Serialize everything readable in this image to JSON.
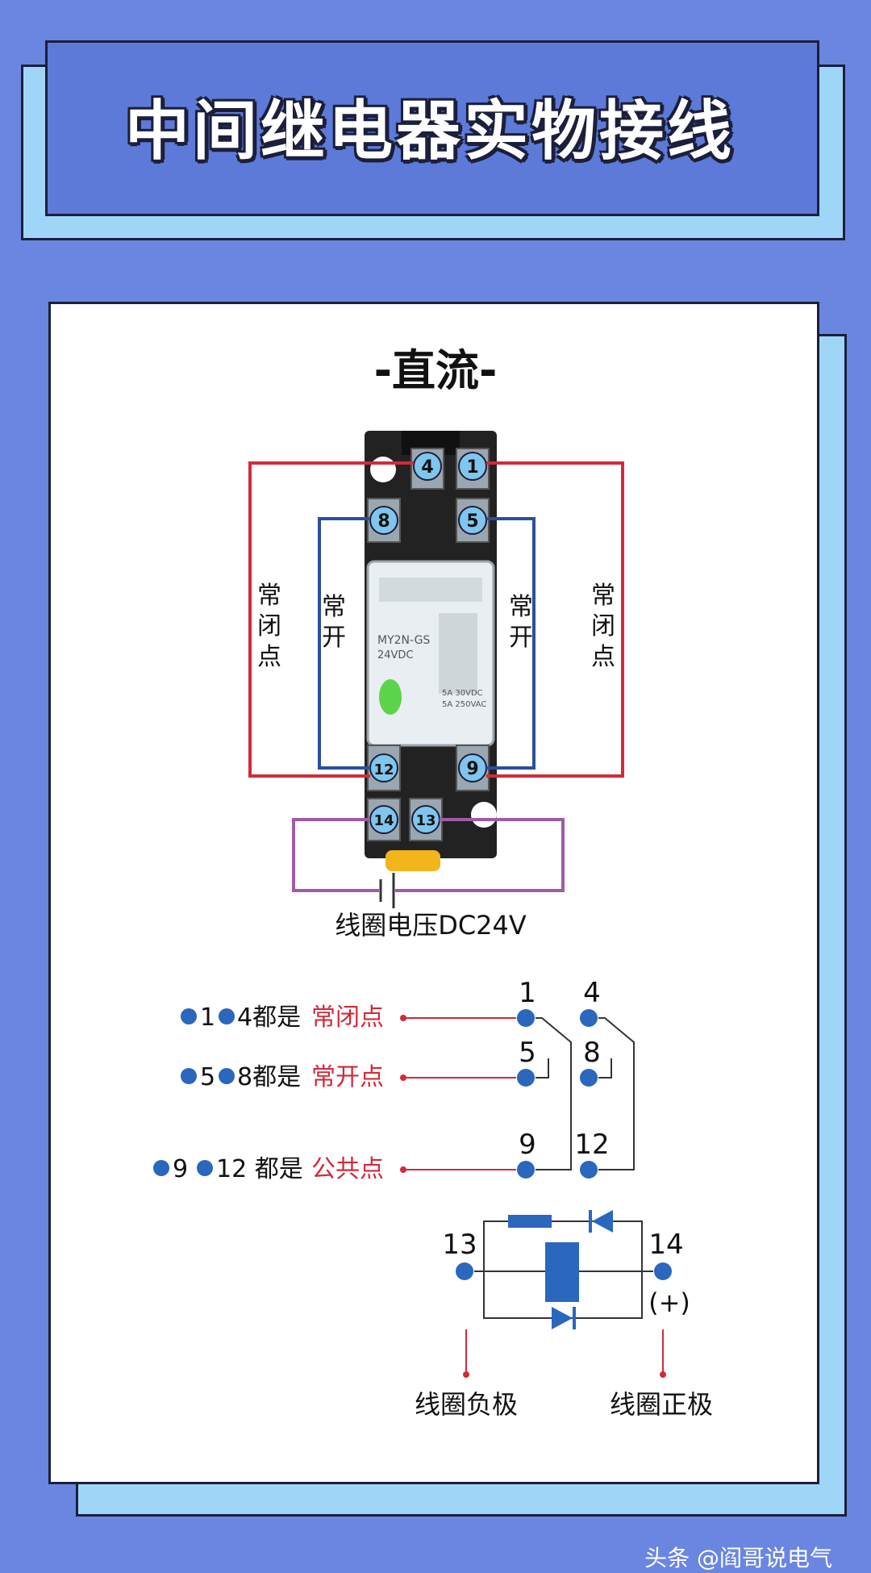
{
  "title": "中间继电器实物接线",
  "section_title": "-直流-",
  "photo": {
    "terminals": [
      "4",
      "1",
      "8",
      "5",
      "12",
      "9",
      "14",
      "13"
    ],
    "label_nc": "常闭点",
    "label_no": "常开",
    "model_text": "MY2N-GS",
    "voltage_text": "24VDC",
    "rating_text_1": "5A 30VDC",
    "rating_text_2": "5A 250VAC"
  },
  "coil_voltage_label": "线圈电压DC24V",
  "legend": [
    {
      "prefix": "1",
      "mid": "4都是",
      "highlight": "常闭点"
    },
    {
      "prefix": "5",
      "mid": "8都是",
      "highlight": "常开点"
    },
    {
      "prefix": "9",
      "mid": "12 都是",
      "highlight": "公共点"
    }
  ],
  "contact_numbers": [
    "1",
    "4",
    "5",
    "8",
    "9",
    "12"
  ],
  "coil": {
    "left_number": "13",
    "right_number": "14",
    "polarity": "(+)",
    "negative_label": "线圈负极",
    "positive_label": "线圈正极"
  },
  "watermark": "头条 @阎哥说电气",
  "colors": {
    "background": "#6a86e0",
    "title_box": "#5e7ad9",
    "shadow": "#9fd6f7",
    "nc_wire": "#d22a3a",
    "no_wire": "#2a4f9e",
    "coil_wire": "#a05aa8",
    "dot": "#2a67bd",
    "highlight_text": "#d22a3a"
  }
}
